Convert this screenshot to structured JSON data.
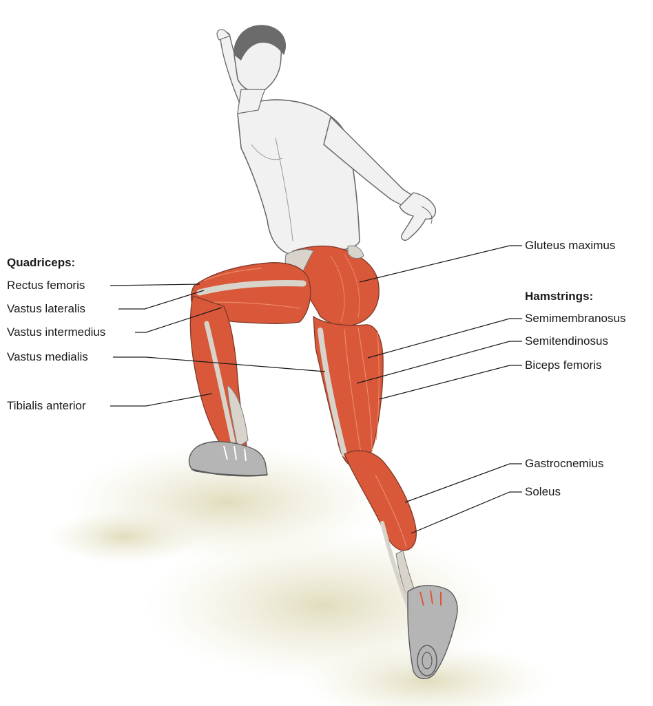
{
  "groups": {
    "quadriceps": "Quadriceps:",
    "hamstrings": "Hamstrings:"
  },
  "labels": {
    "rectus_femoris": "Rectus femoris",
    "vastus_lateralis": "Vastus lateralis",
    "vastus_intermedius": "Vastus intermedius",
    "vastus_medialis": "Vastus medialis",
    "tibialis_anterior": "Tibialis anterior",
    "gluteus_maximus": "Gluteus maximus",
    "semimembranosus": "Semimembranosus",
    "semitendinosus": "Semitendinosus",
    "biceps_femoris": "Biceps femoris",
    "gastrocnemius": "Gastrocnemius",
    "soleus": "Soleus"
  },
  "colors": {
    "muscle": "#d9583a",
    "muscle_light": "#ec8a66",
    "tendon": "#d8d4cc",
    "skin": "#f1f1f1",
    "outline": "#6a6a6a",
    "hair": "#6b6b6b",
    "shoe": "#b5b5b5",
    "grass": "#d6d2a8",
    "leader": "#1a1a1a"
  }
}
